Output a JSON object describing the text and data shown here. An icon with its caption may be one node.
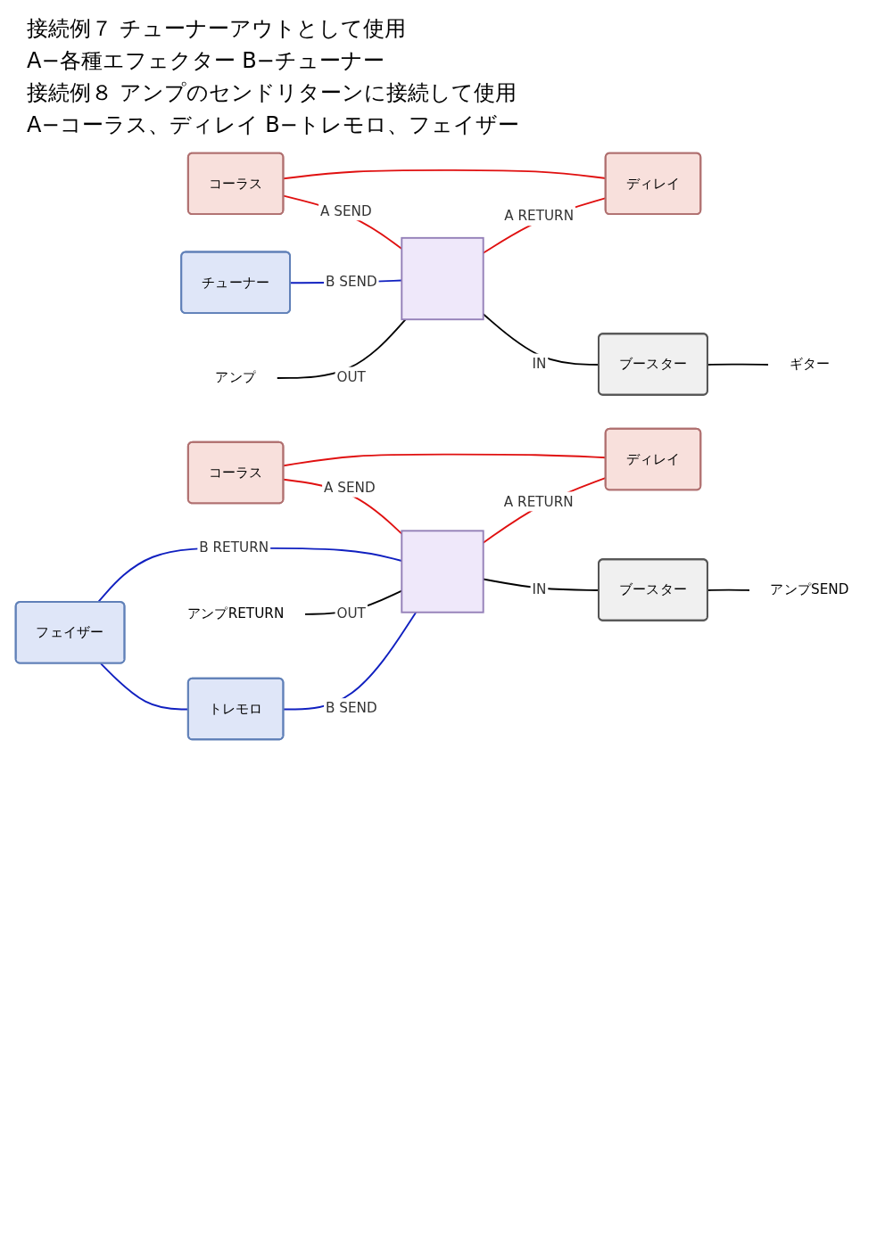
{
  "diagram": {
    "nodes": [
      {
        "text": [
          "ディレイ"
        ]
      },
      {
        "text": [
          "コーラス"
        ]
      },
      {
        "text": [
          "チューナー"
        ]
      },
      {
        "text": [],
        "shape": "box"
      },
      {
        "text": [
          "ブースター"
        ]
      },
      {
        "text": [
          "アンプ"
        ]
      },
      {
        "text": [
          "ギター"
        ]
      },
      {
        "text": [
          "ディレイ"
        ]
      },
      {
        "text": [
          "コーラス"
        ]
      },
      {
        "text": [
          "フェイザー"
        ]
      },
      {
        "text": [
          "トレモロ"
        ]
      },
      {
        "text": [],
        "shape": "box"
      },
      {
        "text": [
          "ブースター"
        ]
      },
      {
        "text": [
          "アンプRETURN"
        ]
      },
      {
        "text": [
          "アンプSEND"
        ]
      }
    ],
    "edges": [
      {
        "from": 6,
        "to": 4,
        "arrow": "none"
      },
      {
        "from": 4,
        "to": 3,
        "label": "IN",
        "arrow": "none"
      },
      {
        "from": 3,
        "to": 5,
        "label": "OUT",
        "arrow": "none"
      },
      {
        "from": 3,
        "to": 1,
        "label": "A SEND",
        "arrow": "none",
        "color": "#e01010"
      },
      {
        "from": 1,
        "to": 0,
        "arrow": "none",
        "color": "#e01010"
      },
      {
        "from": 0,
        "to": 3,
        "label": "A RETURN",
        "arrow": "none",
        "color": "#e01010"
      },
      {
        "from": 3,
        "to": 2,
        "label": "B SEND",
        "arrow": "none",
        "color": "#1020c0"
      },
      {
        "from": 14,
        "to": 12,
        "arrow": "none"
      },
      {
        "from": 12,
        "to": 11,
        "label": "IN",
        "arrow": "none"
      },
      {
        "from": 11,
        "to": 13,
        "label": "OUT",
        "arrow": "none"
      },
      {
        "from": 11,
        "to": 8,
        "label": "A SEND",
        "arrow": "none",
        "color": "#e01010"
      },
      {
        "from": 8,
        "to": 7,
        "arrow": "none",
        "color": "#e01010"
      },
      {
        "from": 7,
        "to": 11,
        "label": "A RETURN",
        "arrow": "none",
        "color": "#e01010"
      },
      {
        "from": 11,
        "to": 10,
        "label": "B SEND",
        "arrow": "none",
        "color": "#1020c0"
      },
      {
        "from": 10,
        "to": 9,
        "arrow": "none",
        "color": "#1020c0"
      },
      {
        "from": 9,
        "to": 11,
        "label": "B RETURN",
        "arrow": "none",
        "color": "#1020c0"
      }
    ],
    "labels": [
      "接続例７ チューナーアウトとして使用",
      "A−各種エフェクター B−チューナー",
      "接続例８ アンプのセンドリターンに接続して使用",
      "A−コーラス、ディレイ B−トレモロ、フェイザー"
    ]
  }
}
